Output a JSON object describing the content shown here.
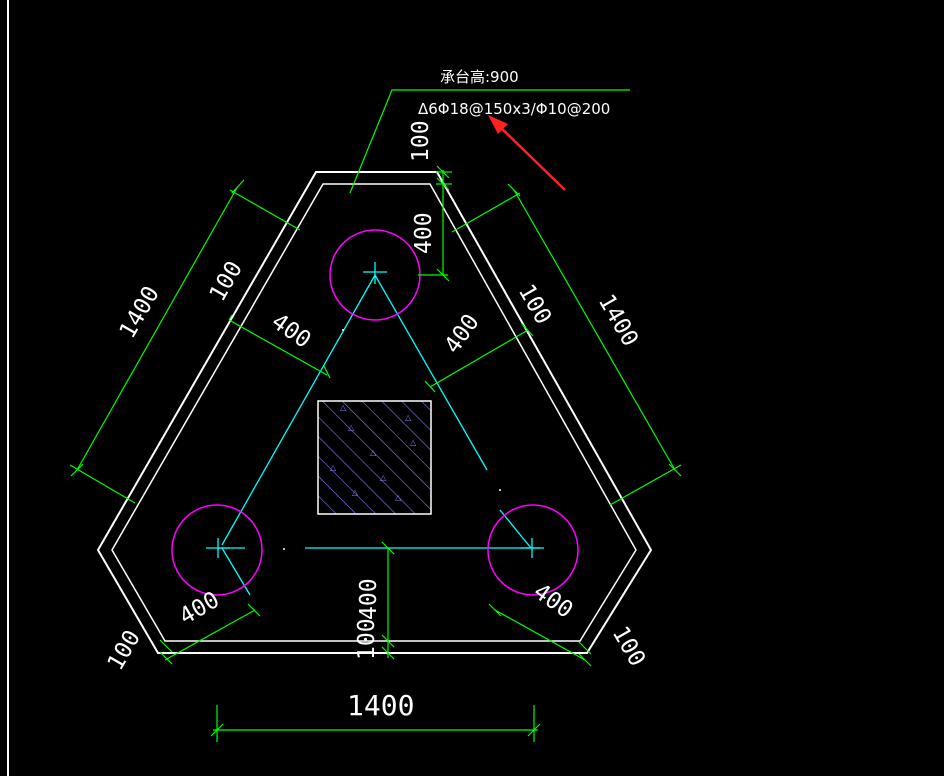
{
  "annotation": {
    "cap_height_label": "承台高:900",
    "rebar_label": "Δ6Φ18@150x3/Φ10@200"
  },
  "dimensions": {
    "left_side": "1400",
    "right_side": "1400",
    "bottom_width": "1400",
    "top_offset": "100",
    "top_pile_vertical": "400",
    "left_edge_offset": "100",
    "right_edge_offset": "100",
    "left_pile_offset": "400",
    "right_pile_offset": "400",
    "bottom_left_pile": "400",
    "bottom_right_pile": "400",
    "bottom_vertical": "400",
    "bottom_left_corner": "100",
    "bottom_right_corner": "100",
    "bottom_center_offset": "100"
  },
  "colors": {
    "background": "#000000",
    "outline": "#ffffff",
    "dimension": "#00ff00",
    "pile": "#ff00ff",
    "center_line": "#00ffff",
    "column": "#8080ff",
    "arrow": "#ff0000"
  }
}
